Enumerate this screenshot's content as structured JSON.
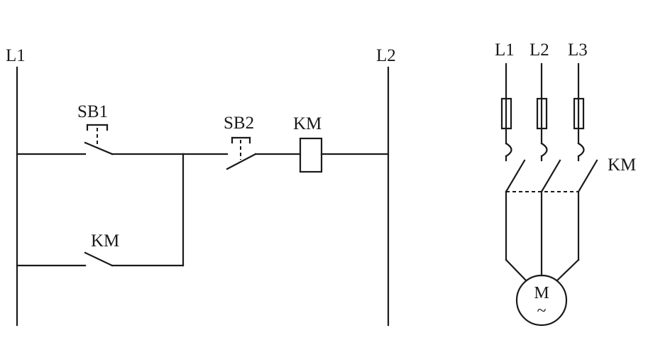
{
  "control_circuit": {
    "rail_left_label": "L1",
    "rail_right_label": "L2",
    "start_button_label": "SB1",
    "stop_button_label": "SB2",
    "coil_label": "KM",
    "holding_contact_label": "KM"
  },
  "main_circuit": {
    "phase_labels": [
      "L1",
      "L2",
      "L3"
    ],
    "contactor_label": "KM",
    "motor_label": "M",
    "motor_symbol": "~"
  }
}
